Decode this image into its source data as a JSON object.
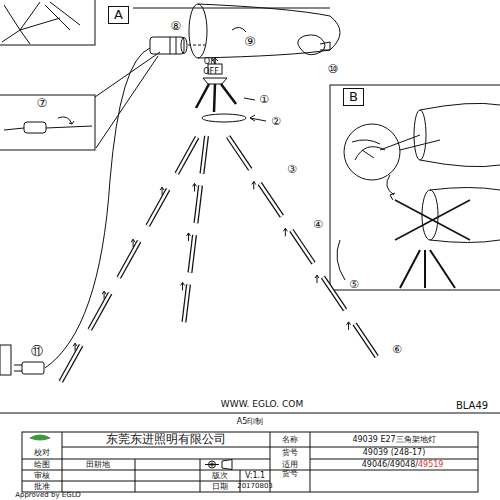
{
  "diagram": {
    "nodes": [
      {
        "text": [
          "A"
        ]
      },
      {
        "text": [
          "B"
        ]
      }
    ],
    "labels": [
      "⑧",
      "ON",
      "OFF",
      "⑨",
      "⑩",
      "①",
      "②",
      "③",
      "④",
      "⑤",
      "⑥",
      "⑦",
      "⑪",
      "WWW. EGLO. COM",
      "BLA49",
      "A5印制",
      "东莞东进照明有限公司",
      "名称",
      "49039 E27三角架地灯",
      "校对",
      "货号",
      "49039 (248-17)",
      "绘图",
      "田耕地",
      "审核",
      "版次",
      "V:1.1",
      "适用 货号",
      "49046/49048/",
      "49519",
      "批准",
      "日期",
      "20170803",
      "Approved by EGLO"
    ]
  }
}
